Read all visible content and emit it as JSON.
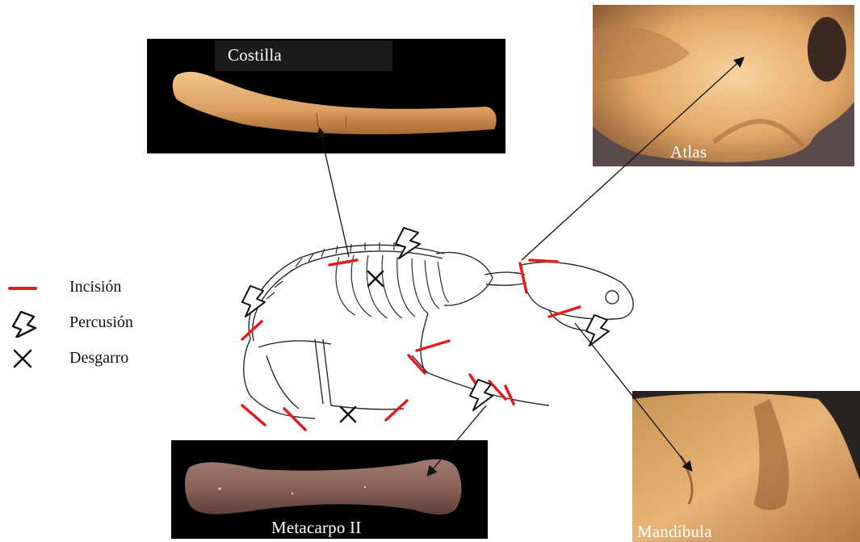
{
  "photos": {
    "costilla": {
      "label": "Costilla"
    },
    "atlas": {
      "label": "Atlas"
    },
    "metacarpo": {
      "label": "Metacarpo II"
    },
    "mandibula": {
      "label": "Mandíbula"
    }
  },
  "legend": [
    {
      "symbol": "red-line-icon",
      "label": "Incisión"
    },
    {
      "symbol": "lightning-icon",
      "label": "Percusión"
    },
    {
      "symbol": "cross-icon",
      "label": "Desgarro"
    }
  ],
  "colors": {
    "incision": "#e01e1e",
    "marks": "#111111",
    "bone_light": "#e9b77a",
    "bone_dark": "#b97a3c"
  }
}
